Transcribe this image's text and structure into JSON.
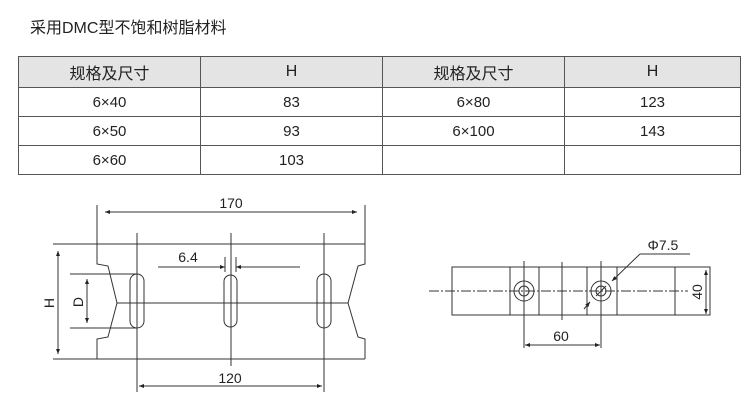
{
  "title": "采用DMC型不饱和树脂材料",
  "table": {
    "headers": [
      "规格及尺寸",
      "H",
      "规格及尺寸",
      "H"
    ],
    "rows": [
      [
        "6×40",
        "83",
        "6×80",
        "123"
      ],
      [
        "6×50",
        "93",
        "6×100",
        "143"
      ],
      [
        "6×60",
        "103",
        "",
        ""
      ]
    ]
  },
  "front_view": {
    "width": "170",
    "slot_width": "6.4",
    "slot_pitch": "120",
    "height_label": "H",
    "depth_label": "D"
  },
  "side_view": {
    "hole_dia": "Φ7.5",
    "hole_pitch": "60",
    "thickness": "40"
  }
}
